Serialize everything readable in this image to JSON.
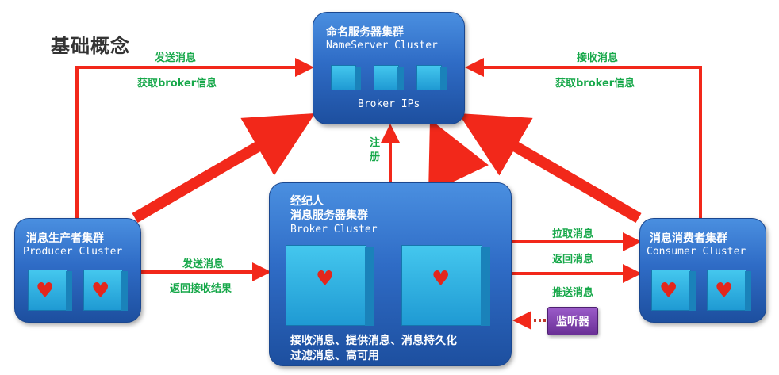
{
  "title": "基础概念",
  "nameserver": {
    "title": "命名服务器集群",
    "subtitle": "NameServer  Cluster",
    "caption": "Broker IPs"
  },
  "broker": {
    "title": "经纪人",
    "title2": "消息服务器集群",
    "subtitle": "Broker    Cluster",
    "desc_line1": "接收消息、提供消息、消息持久化",
    "desc_line2": "过滤消息、高可用"
  },
  "producer": {
    "title": "消息生产者集群",
    "subtitle": "Producer  Cluster"
  },
  "consumer": {
    "title": "消息消费者集群",
    "subtitle": "Consumer  Cluster"
  },
  "listener": "监听器",
  "labels": {
    "producer_send": "发送消息",
    "producer_fetch": "获取broker信息",
    "consumer_recv": "接收消息",
    "consumer_fetch": "获取broker信息",
    "register": "注册",
    "pb_send": "发送消息",
    "pb_return": "返回接收结果",
    "pull": "拉取消息",
    "return_msg": "返回消息",
    "push": "推送消息"
  },
  "colors": {
    "panel": "#2f6cc6",
    "arrow": "#f2281a",
    "label": "#17a84a",
    "listener": "#7b3aa8",
    "cube": "#2ba8dc",
    "heart": "#e3261c"
  }
}
